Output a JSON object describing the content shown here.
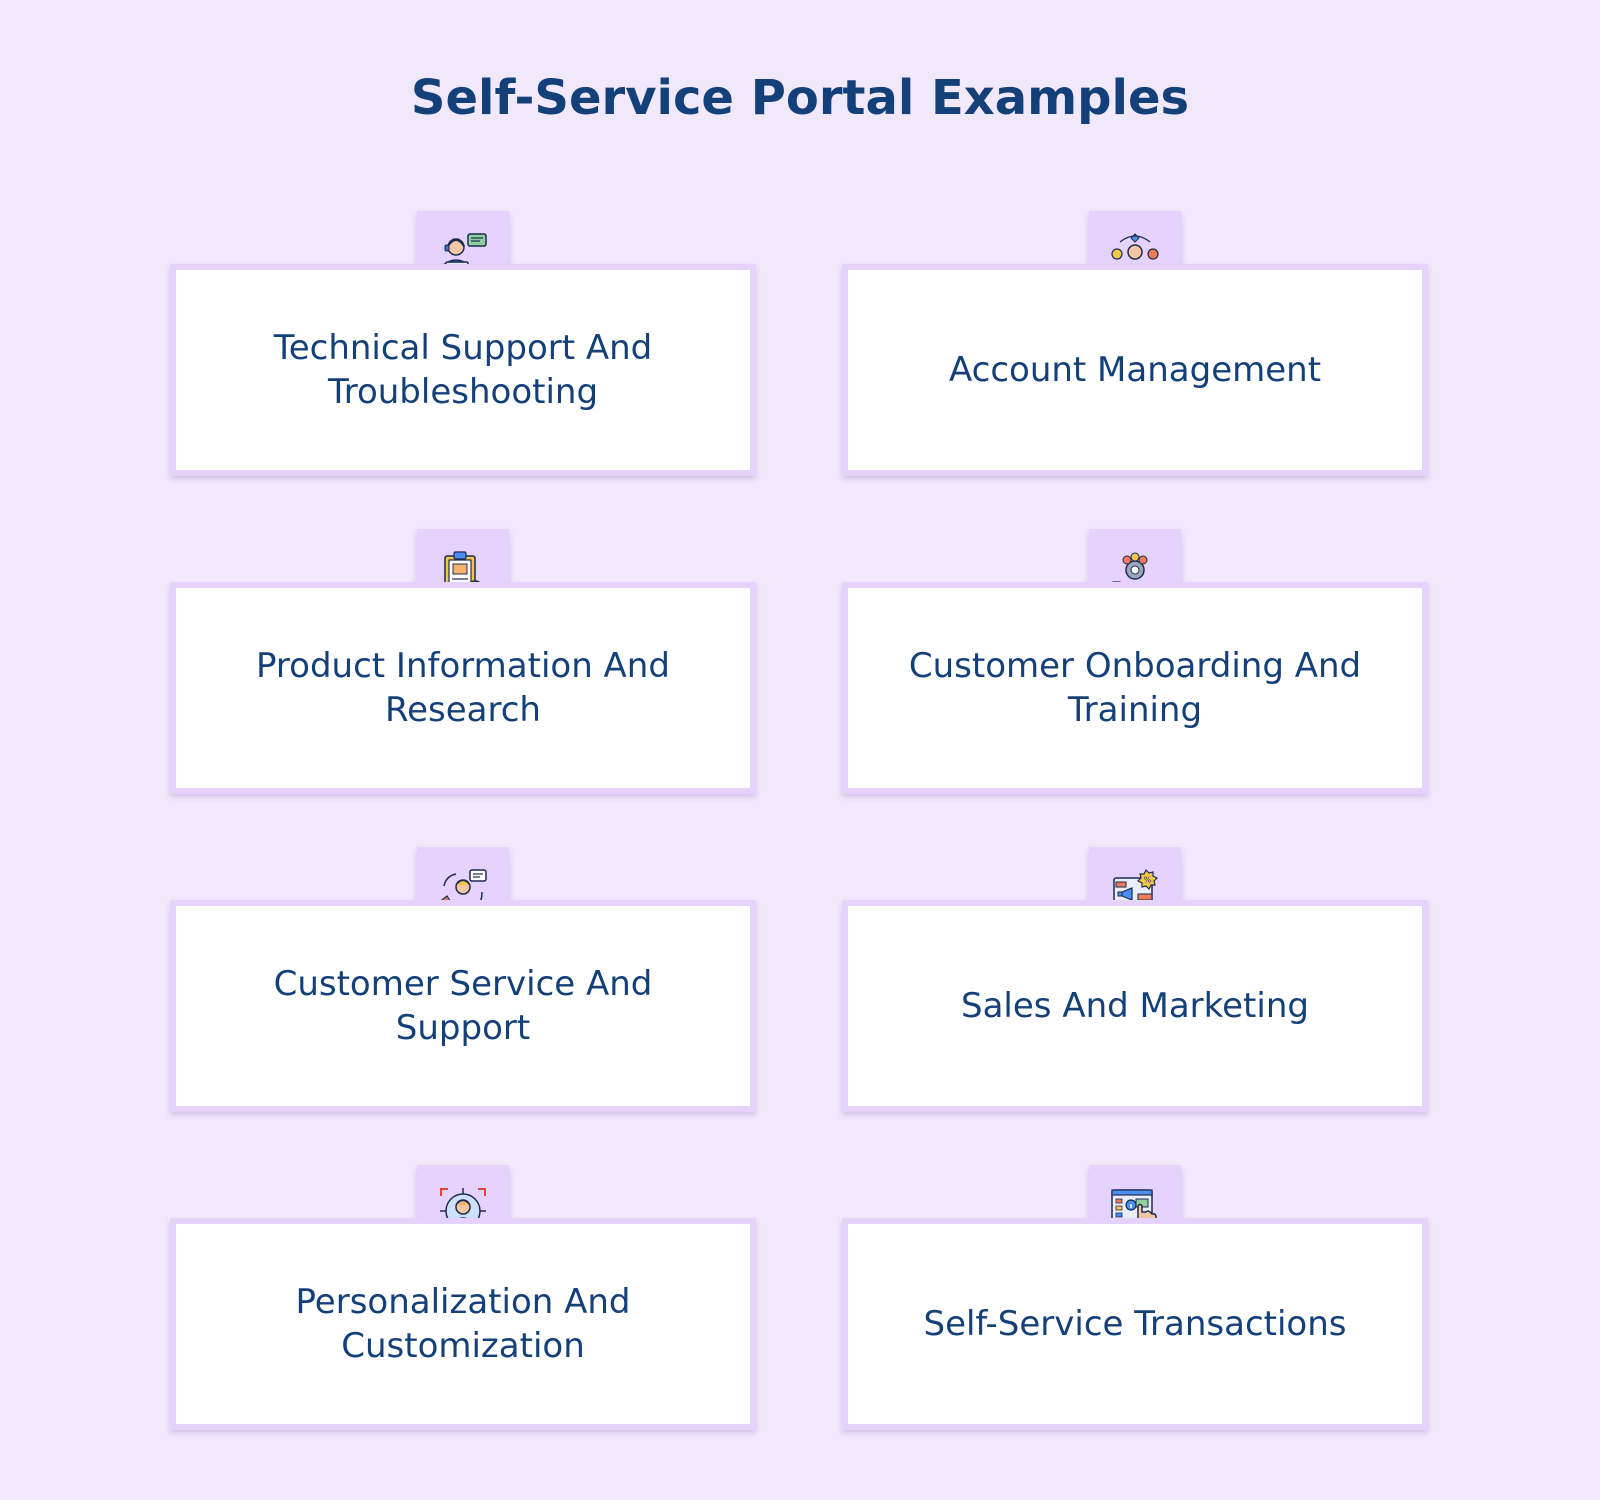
{
  "title": "Self-Service Portal Examples",
  "items": [
    {
      "label": "Technical Support And Troubleshooting",
      "icon": "support-agent-icon"
    },
    {
      "label": "Account Management",
      "icon": "account-manager-icon"
    },
    {
      "label": "Product Information And Research",
      "icon": "product-info-clipboard-icon"
    },
    {
      "label": "Customer Onboarding And Training",
      "icon": "onboarding-hand-icon"
    },
    {
      "label": "Customer Service And Support",
      "icon": "customer-service-call-icon"
    },
    {
      "label": "Sales And Marketing",
      "icon": "sales-marketing-icon"
    },
    {
      "label": "Personalization And Customization",
      "icon": "personalization-target-icon"
    },
    {
      "label": "Self-Service Transactions",
      "icon": "self-service-touch-icon"
    }
  ],
  "colors": {
    "background": "#f2e8fc",
    "card_border": "#e5d3fb",
    "icon_tile": "#e6d3fd",
    "text": "#14407a"
  }
}
